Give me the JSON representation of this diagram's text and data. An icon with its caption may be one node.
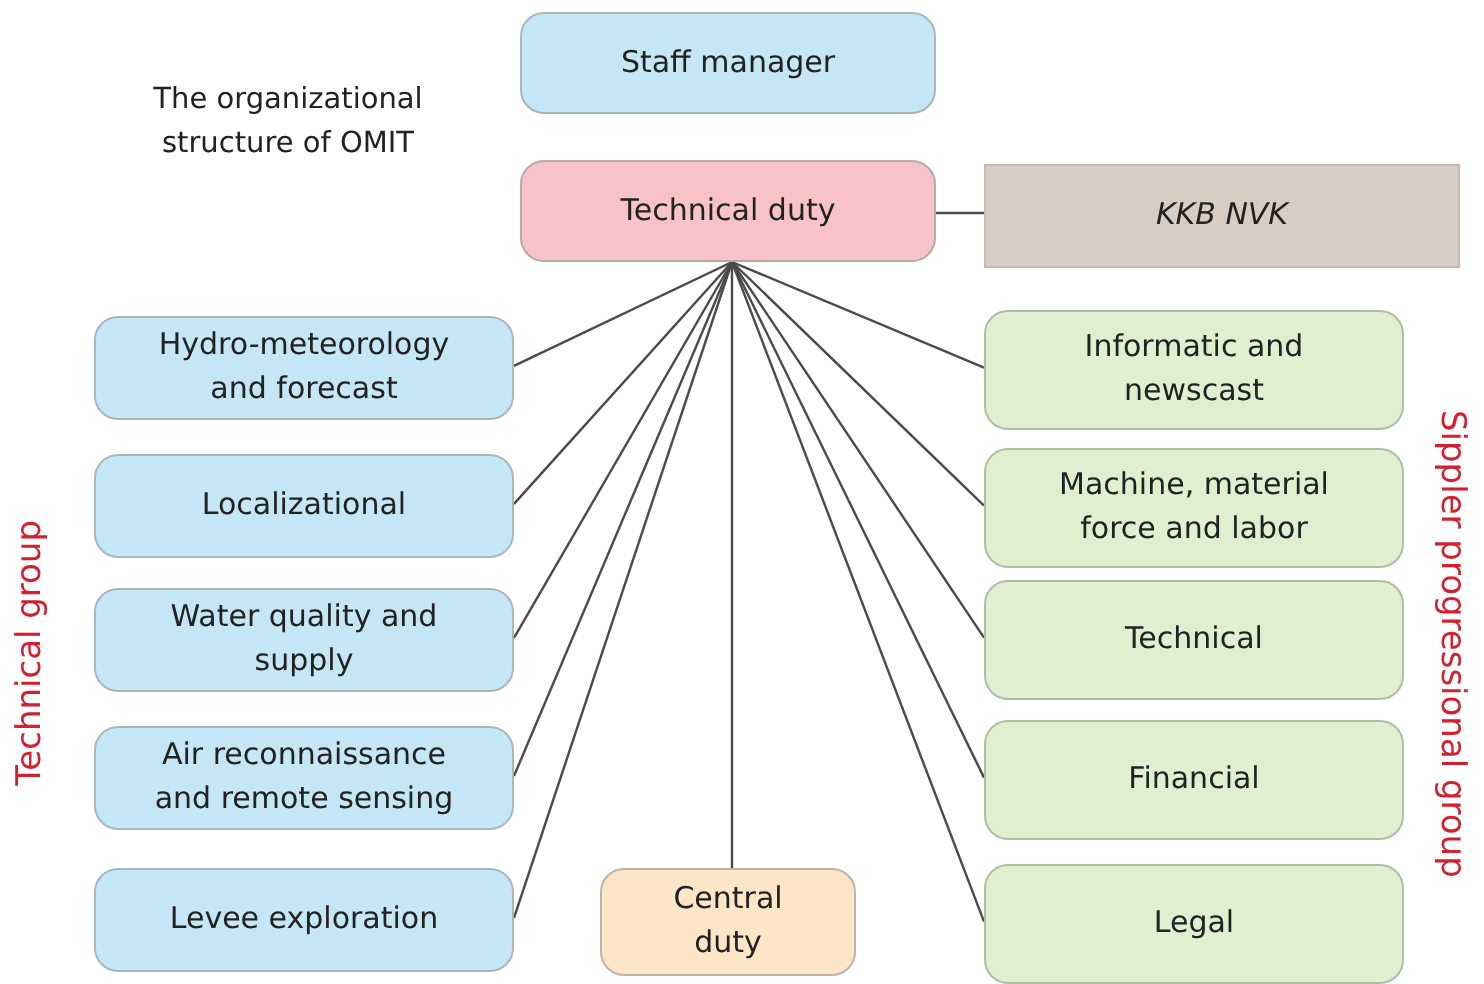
{
  "diagram": {
    "nodes": [
      {
        "text": [
          "Staff manager"
        ]
      },
      {
        "text": [
          "Technical duty"
        ]
      },
      {
        "text": [
          "KKB NVK"
        ]
      },
      {
        "text": [
          "Hydro-meteorology and forecast"
        ]
      },
      {
        "text": [
          "Localizational"
        ]
      },
      {
        "text": [
          "Water quality and supply"
        ]
      },
      {
        "text": [
          "Air reconnaissance and remote sensing"
        ]
      },
      {
        "text": [
          "Levee exploration"
        ]
      },
      {
        "text": [
          "Central duty"
        ]
      },
      {
        "text": [
          "Informatic and newscast"
        ]
      },
      {
        "text": [
          "Machine, material force and labor"
        ]
      },
      {
        "text": [
          "Technical"
        ]
      },
      {
        "text": [
          "Financial"
        ]
      },
      {
        "text": [
          "Legal"
        ]
      }
    ],
    "edges": [
      {
        "from": 1,
        "to": 2,
        "arrow": "none"
      },
      {
        "from": 1,
        "to": 3,
        "arrow": "none"
      },
      {
        "from": 1,
        "to": 4,
        "arrow": "none"
      },
      {
        "from": 1,
        "to": 5,
        "arrow": "none"
      },
      {
        "from": 1,
        "to": 6,
        "arrow": "none"
      },
      {
        "from": 1,
        "to": 7,
        "arrow": "none"
      },
      {
        "from": 1,
        "to": 8,
        "arrow": "none"
      },
      {
        "from": 1,
        "to": 9,
        "arrow": "none"
      },
      {
        "from": 1,
        "to": 10,
        "arrow": "none"
      },
      {
        "from": 1,
        "to": 11,
        "arrow": "none"
      },
      {
        "from": 1,
        "to": 12,
        "arrow": "none"
      },
      {
        "from": 1,
        "to": 13,
        "arrow": "none"
      }
    ],
    "labels": [
      "The organizational structure of OMIT",
      "Technical group",
      "Sippler progressional group"
    ]
  }
}
